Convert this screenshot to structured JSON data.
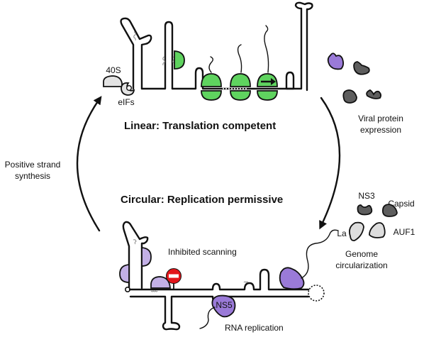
{
  "diagram": {
    "top_state": {
      "title": "Linear: Translation competent",
      "labels": {
        "ribosome_subunit": "40S",
        "initiation_factors": "eIFs"
      }
    },
    "bottom_state": {
      "title": "Circular: Replication permissive",
      "labels": {
        "inhibited_scanning": "Inhibited scanning",
        "polymerase": "NS5",
        "rna_replication": "RNA replication"
      }
    },
    "left_transition": {
      "label_line1": "Positive strand",
      "label_line2": "synthesis",
      "direction": "upward"
    },
    "right_transition": {
      "label_line1": "Viral protein",
      "label_line2": "expression",
      "direction": "downward"
    },
    "circularization_factors": {
      "proteins": [
        "NS3",
        "Capsid",
        "La",
        "AUF1"
      ],
      "label_line1": "Genome",
      "label_line2": "circularization"
    },
    "colors": {
      "ribosome": "#5fd35f",
      "viral_protein": "#9a7ad8",
      "host_protein_light": "#dddddd",
      "viral_protein_dark": "#5e5e5e",
      "stop_sign": "#e3161b",
      "rna": "#111111"
    }
  }
}
